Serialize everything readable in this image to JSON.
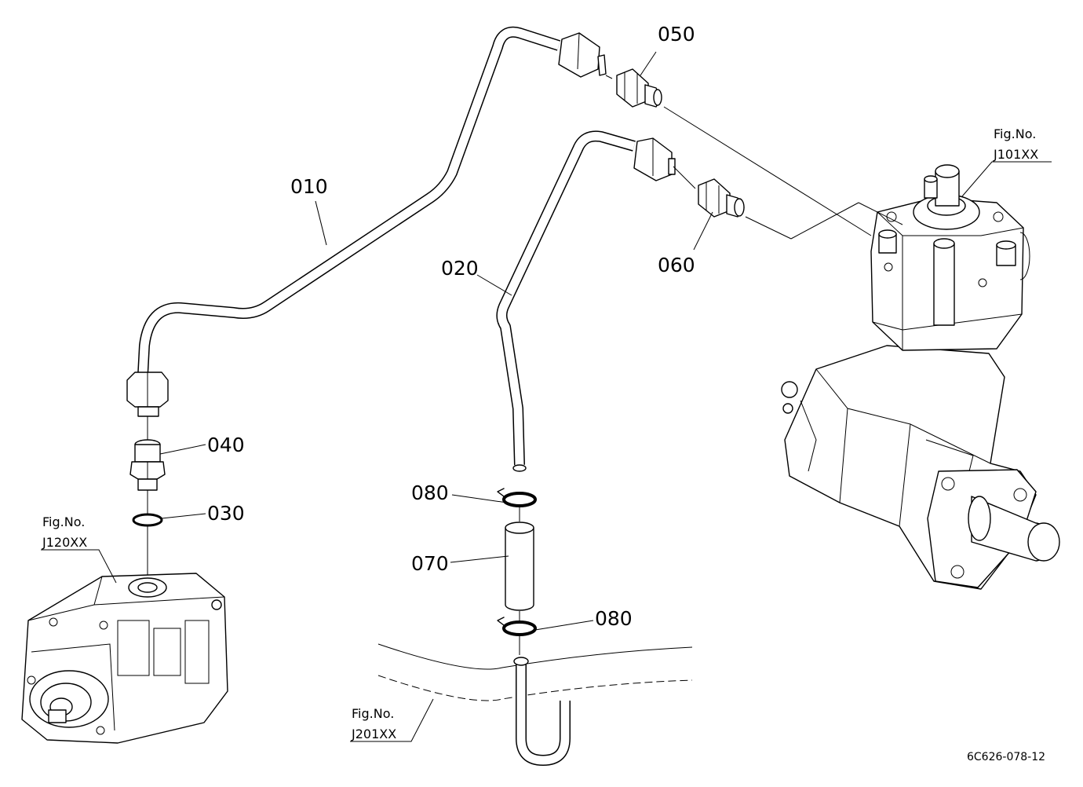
{
  "callouts": {
    "c010": "010",
    "c020": "020",
    "c030": "030",
    "c040": "040",
    "c050": "050",
    "c060": "060",
    "c070": "070",
    "c080a": "080",
    "c080b": "080"
  },
  "figure_refs": {
    "j101": {
      "line1": "Fig.No.",
      "line2": "J101XX"
    },
    "j120": {
      "line1": "Fig.No.",
      "line2": "J120XX"
    },
    "j201": {
      "line1": "Fig.No.",
      "line2": "J201XX"
    }
  },
  "drawing_code": "6C626-078-12"
}
